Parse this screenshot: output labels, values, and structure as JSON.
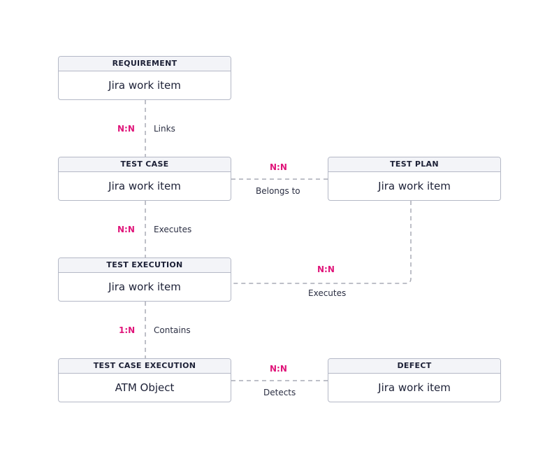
{
  "colors": {
    "border": "#b4b8c6",
    "header_bg": "#f3f4f8",
    "text": "#1c2036",
    "cardinality": "#e0157a",
    "connector": "#a8abb5"
  },
  "entities": {
    "requirement": {
      "title": "REQUIREMENT",
      "subtitle": "Jira work item"
    },
    "test_case": {
      "title": "TEST CASE",
      "subtitle": "Jira work item"
    },
    "test_plan": {
      "title": "TEST PLAN",
      "subtitle": "Jira work item"
    },
    "test_execution": {
      "title": "TEST EXECUTION",
      "subtitle": "Jira work item"
    },
    "test_case_execution": {
      "title": "TEST CASE EXECUTION",
      "subtitle": "ATM Object"
    },
    "defect": {
      "title": "DEFECT",
      "subtitle": "Jira work item"
    }
  },
  "relations": {
    "req_tc": {
      "cardinality": "N:N",
      "label": "Links"
    },
    "tc_tp": {
      "cardinality": "N:N",
      "label": "Belongs to"
    },
    "tc_te": {
      "cardinality": "N:N",
      "label": "Executes"
    },
    "tp_te": {
      "cardinality": "N:N",
      "label": "Executes"
    },
    "te_tce": {
      "cardinality": "1:N",
      "label": "Contains"
    },
    "tce_defect": {
      "cardinality": "N:N",
      "label": "Detects"
    }
  }
}
